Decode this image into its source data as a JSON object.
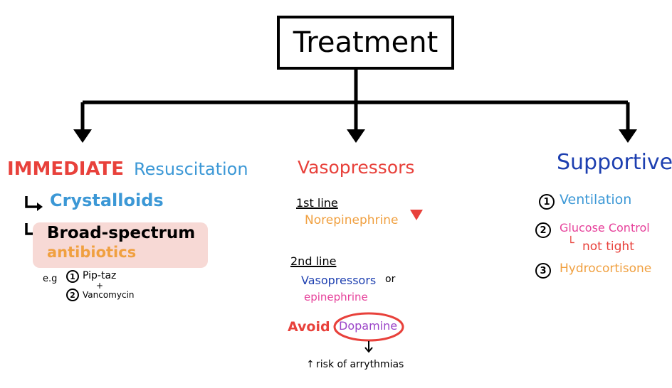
{
  "title": "Treatment",
  "colors": {
    "red": "#e8413b",
    "light_blue": "#3c98d6",
    "dark_blue": "#1d3fb0",
    "orange": "#f0a040",
    "pink": "#e6409a",
    "purple": "#9b44c8",
    "highlight": "#f7d9d5",
    "black": "#000000"
  },
  "left": {
    "heading_part1": "IMMEDIATE",
    "heading_part2": "Resuscitation",
    "item1": "Crystalloids",
    "item2_line1": "Broad-spectrum",
    "item2_line2": "antibiotics",
    "eg_label": "e.g",
    "eg_num1": "1",
    "eg_item1": "Pip-taz",
    "eg_plus": "+",
    "eg_num2": "2",
    "eg_item2": "Vancomycin"
  },
  "middle": {
    "heading": "Vasopressors",
    "first_label": "1st line",
    "first_item": "Norepinephrine",
    "second_label": "2nd line",
    "second_item1": "Vasopressors",
    "second_or": "or",
    "second_item2": "epinephrine",
    "avoid_label": "Avoid",
    "avoid_item": "Dopamine",
    "risk_arrow": "↑",
    "risk_text": "risk of arrythmias"
  },
  "right": {
    "heading": "Supportive",
    "item1_num": "1",
    "item1": "Ventilation",
    "item2_num": "2",
    "item2_line1": "Glucose Control",
    "item2_hook": "└",
    "item2_line2": "not tight",
    "item3_num": "3",
    "item3": "Hydrocortisone"
  }
}
